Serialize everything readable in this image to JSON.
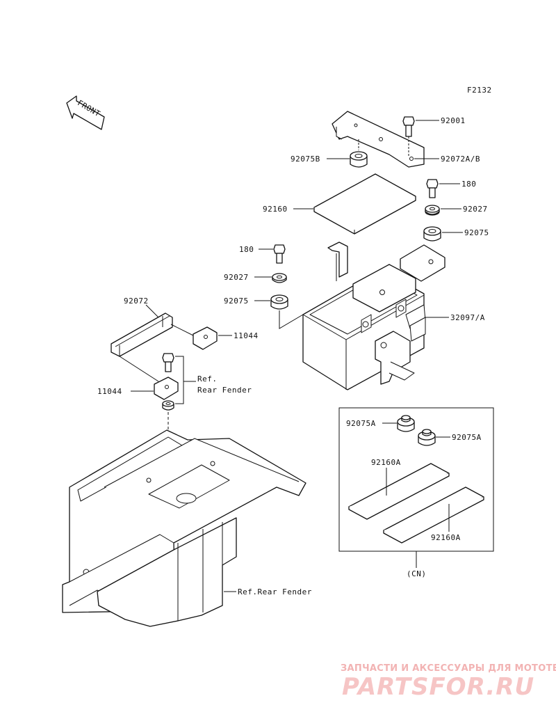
{
  "figure_code": "F2132",
  "front_arrow_label": "FRONT",
  "labels": {
    "p92001": "92001",
    "p92075B": "92075B",
    "p92072AB": "92072A/B",
    "p180_right": "180",
    "p92160": "92160",
    "p92027_right": "92027",
    "p92075_right": "92075",
    "p180_left": "180",
    "p92027_left": "92027",
    "p92075_left": "92075",
    "p32097A": "32097/A",
    "p92072": "92072",
    "p11044_right": "11044",
    "ref_rear_fender_1": "Ref.",
    "ref_rear_fender_2": "Rear Fender",
    "p11044_left": "11044",
    "p92075A_1": "92075A",
    "p92075A_2": "92075A",
    "p92160A_1": "92160A",
    "p92160A_2": "92160A",
    "cn": "(CN)",
    "ref_rear_fender_bottom": "Ref.Rear Fender"
  },
  "watermark": {
    "tagline": "ЗАПЧАСТИ И АКСЕССУАРЫ ДЛЯ МОТОТЕХНИКИ",
    "brand": "PARTSFOR.RU"
  }
}
